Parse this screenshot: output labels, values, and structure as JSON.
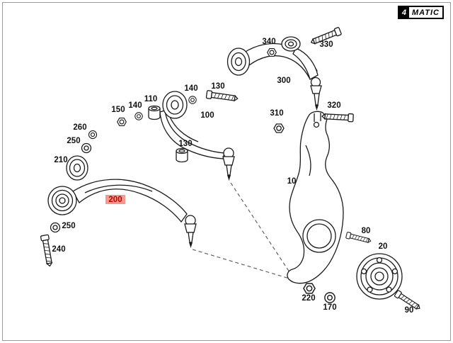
{
  "page": {
    "background": "#ffffff",
    "frame_color": "#9a9a9a"
  },
  "badge": {
    "four": "4",
    "matic": "MATIC"
  },
  "colors": {
    "line": "#1a1a1a",
    "label_text": "#111111",
    "highlight_text": "#c00000",
    "highlight_bg": "#f0998c"
  },
  "labels": [
    {
      "text": "340"
    },
    {
      "text": "330"
    },
    {
      "text": "300"
    },
    {
      "text": "140"
    },
    {
      "text": "130"
    },
    {
      "text": "110"
    },
    {
      "text": "150"
    },
    {
      "text": "140"
    },
    {
      "text": "100"
    },
    {
      "text": "310"
    },
    {
      "text": "320"
    },
    {
      "text": "260"
    },
    {
      "text": "250"
    },
    {
      "text": "210"
    },
    {
      "text": "130"
    },
    {
      "text": "200",
      "highlighted": true
    },
    {
      "text": "10"
    },
    {
      "text": "250"
    },
    {
      "text": "240"
    },
    {
      "text": "80"
    },
    {
      "text": "20"
    },
    {
      "text": "220"
    },
    {
      "text": "170"
    },
    {
      "text": "90"
    }
  ]
}
